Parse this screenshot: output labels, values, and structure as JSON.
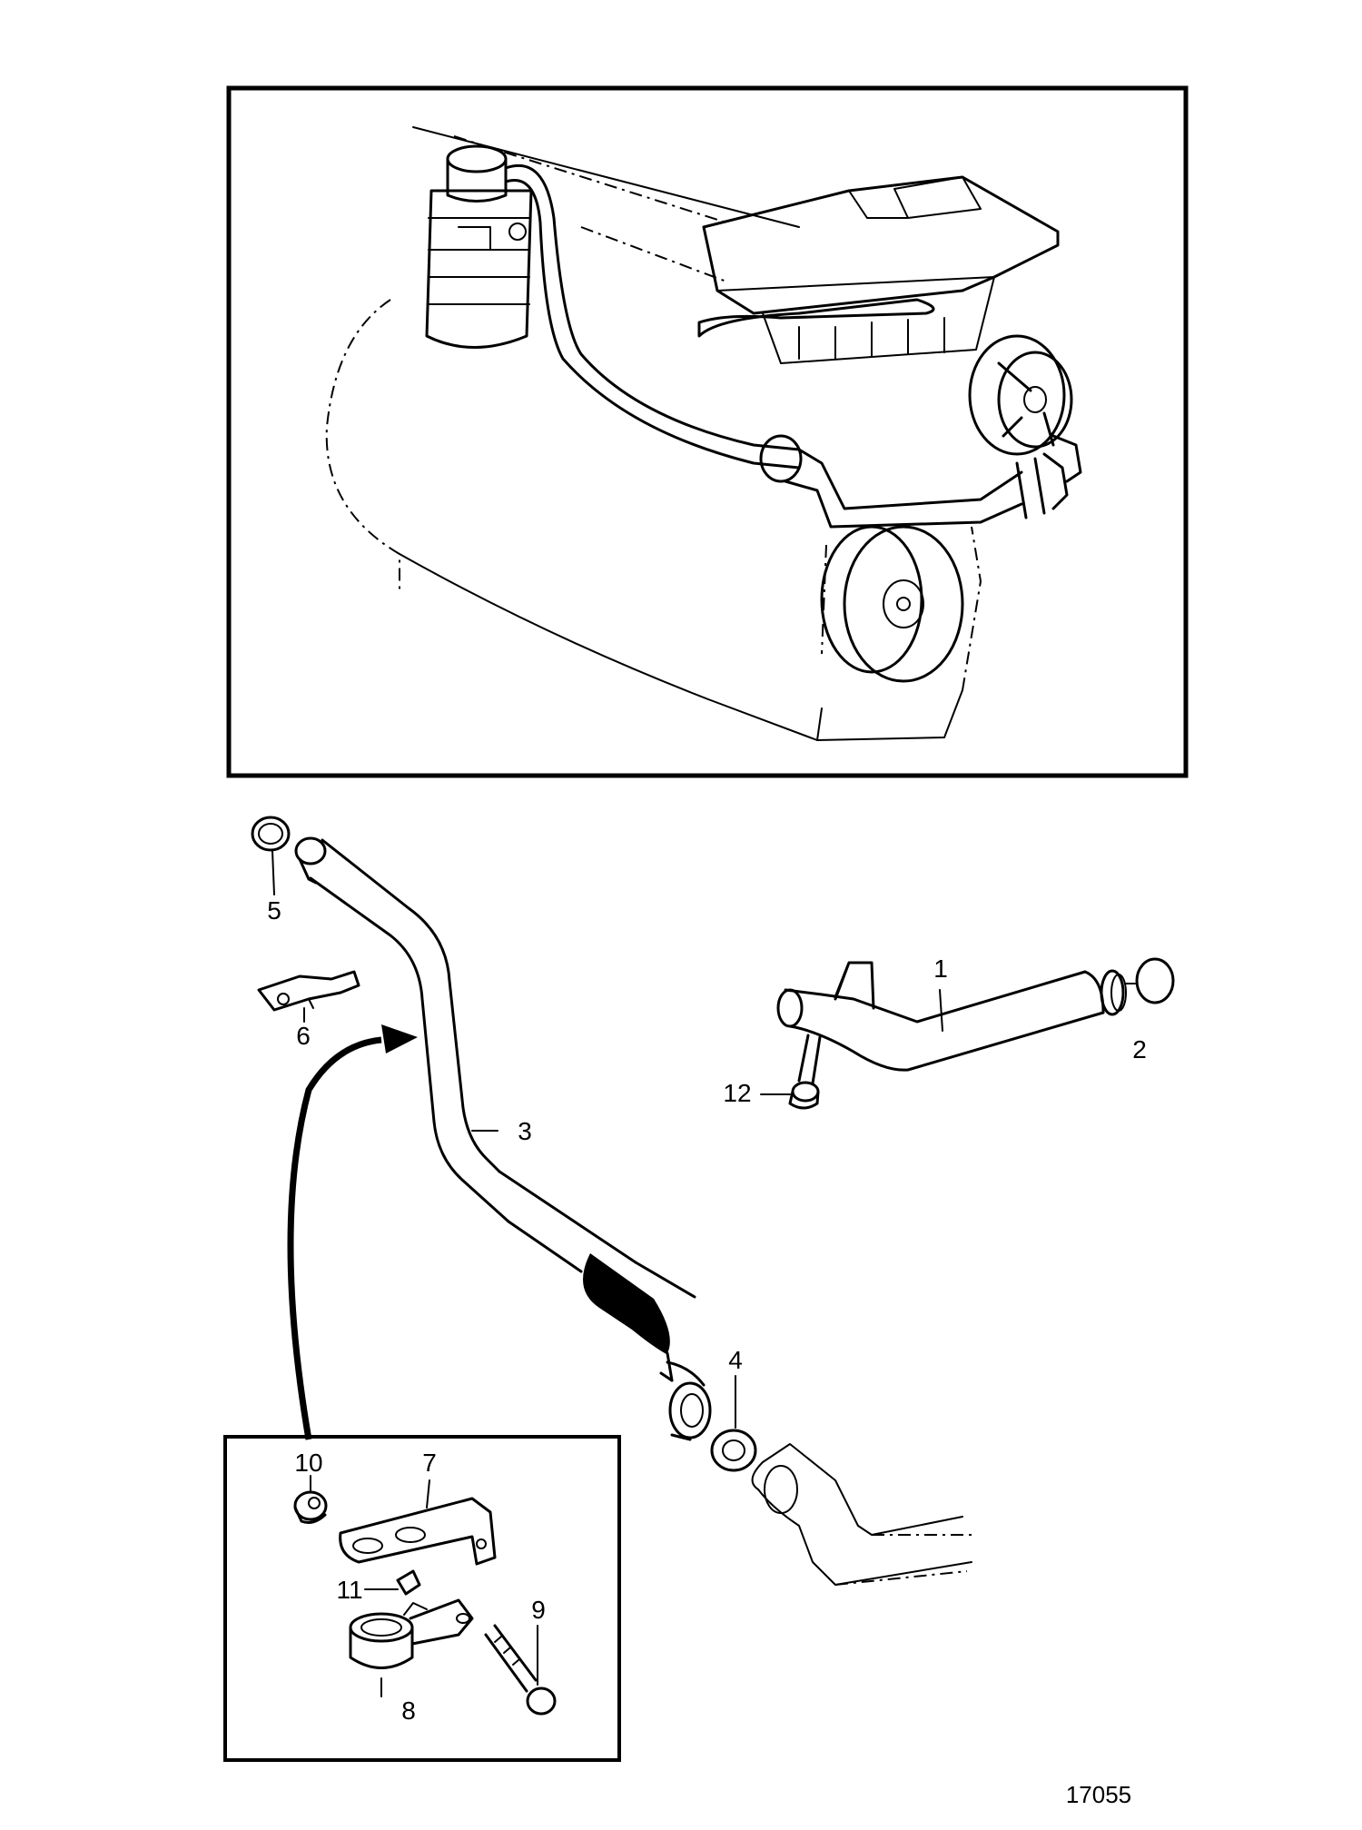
{
  "figure_number": "17055",
  "callouts": [
    {
      "id": "c1",
      "text": "1"
    },
    {
      "id": "c2",
      "text": "2"
    },
    {
      "id": "c3",
      "text": "3"
    },
    {
      "id": "c4",
      "text": "4"
    },
    {
      "id": "c5",
      "text": "5"
    },
    {
      "id": "c6",
      "text": "6"
    },
    {
      "id": "c7",
      "text": "7"
    },
    {
      "id": "c8",
      "text": "8"
    },
    {
      "id": "c9",
      "text": "9"
    },
    {
      "id": "c10",
      "text": "10"
    },
    {
      "id": "c11",
      "text": "11"
    },
    {
      "id": "c12",
      "text": "12"
    }
  ]
}
